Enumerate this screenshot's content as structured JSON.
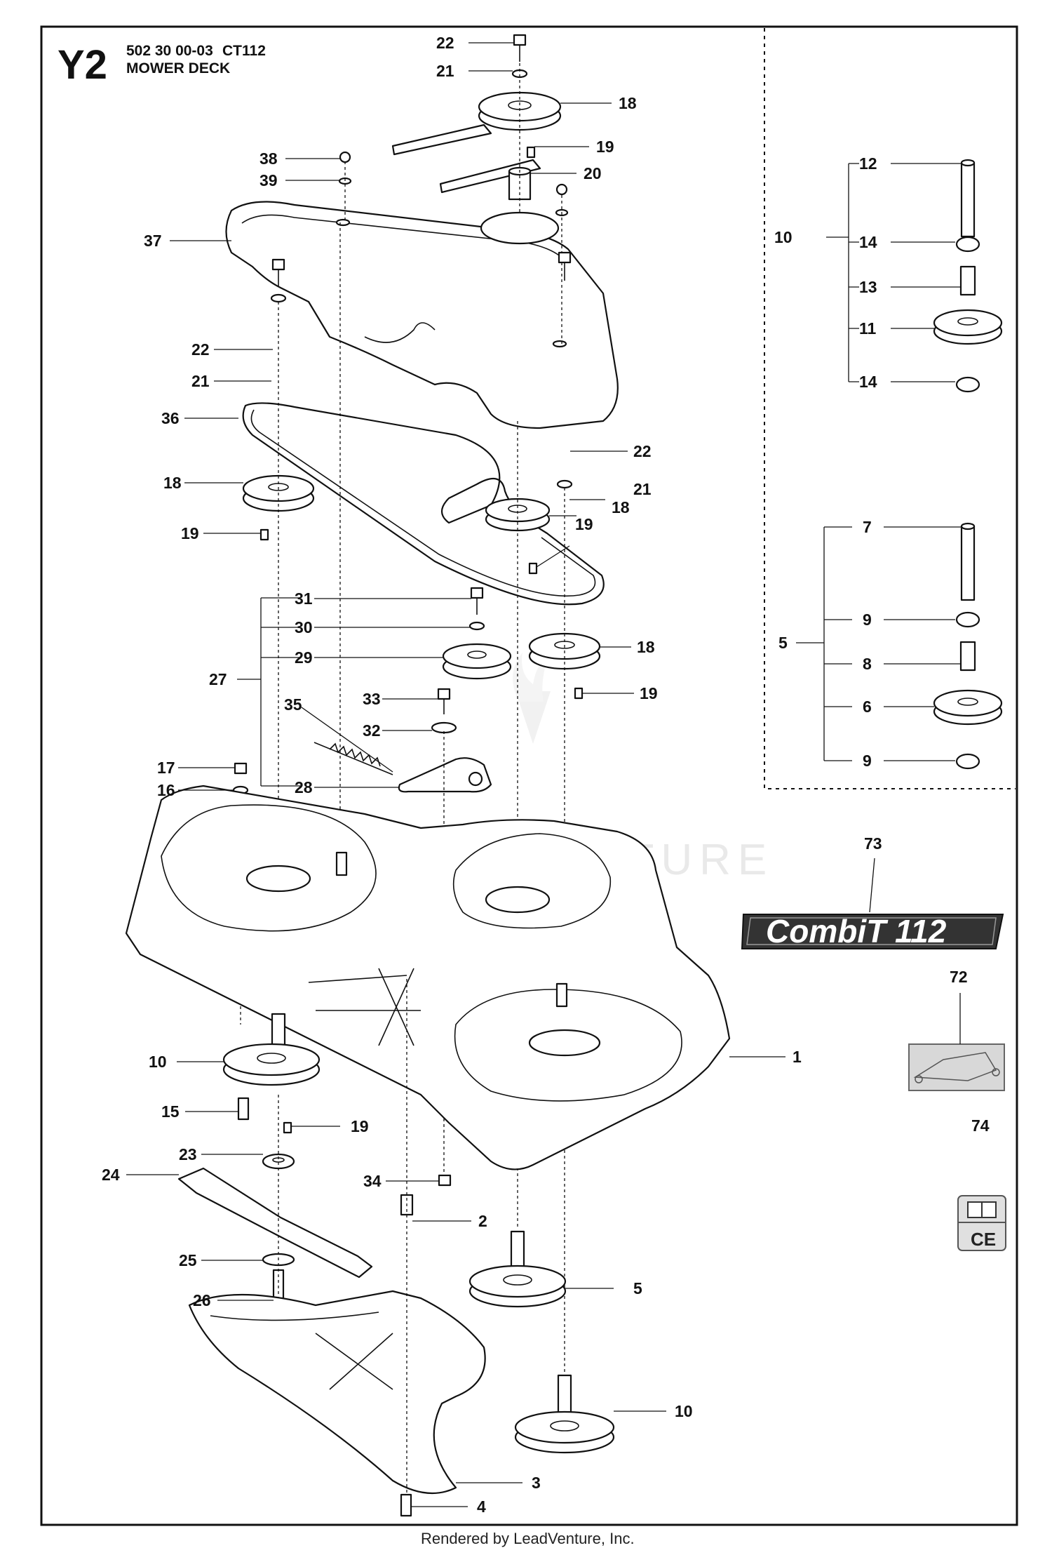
{
  "header": {
    "code": "Y2",
    "part_number": "502 30 00-03",
    "model": "CT112",
    "title": "MOWER DECK"
  },
  "footer": {
    "text": "Rendered by LeadVenture, Inc."
  },
  "watermark": {
    "text": "LEADVENTURE"
  },
  "decal": {
    "text": "CombiT 112"
  },
  "callouts": {
    "c1": "1",
    "c2": "2",
    "c3": "3",
    "c4": "4",
    "c5_main": "5",
    "c5_inset": "5",
    "c6": "6",
    "c7": "7",
    "c8": "8",
    "c9a": "9",
    "c9b": "9",
    "c10_main": "10",
    "c10_bottom": "10",
    "c10_inset": "10",
    "c11": "11",
    "c12": "12",
    "c13": "13",
    "c14a": "14",
    "c14b": "14",
    "c15": "15",
    "c16": "16",
    "c17": "17",
    "c18_top": "18",
    "c18_left": "18",
    "c18_mid": "18",
    "c18_right": "18",
    "c19_top": "19",
    "c19_left": "19",
    "c19_mid": "19",
    "c19_right": "19",
    "c19_low": "19",
    "c20": "20",
    "c21_top": "21",
    "c21_left": "21",
    "c21_right": "21",
    "c22_top": "22",
    "c22_left": "22",
    "c22_right": "22",
    "c23": "23",
    "c24": "24",
    "c25": "25",
    "c26": "26",
    "c27": "27",
    "c28": "28",
    "c29": "29",
    "c30": "30",
    "c31": "31",
    "c32": "32",
    "c33": "33",
    "c34": "34",
    "c35": "35",
    "c36": "36",
    "c37": "37",
    "c38": "38",
    "c39": "39",
    "c72": "72",
    "c73": "73",
    "c74": "74"
  }
}
